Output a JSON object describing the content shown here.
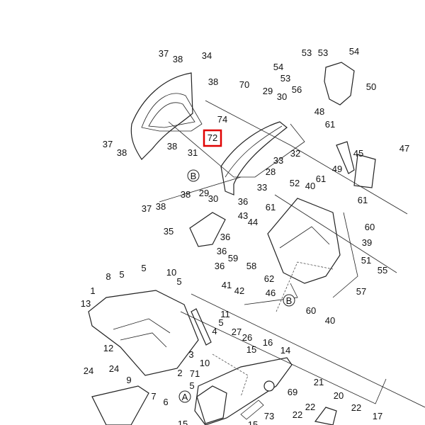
{
  "diagram": {
    "type": "exploded-parts-diagram",
    "highlighted_callout": "72",
    "highlight_color": "#e00000",
    "callouts": [
      "37",
      "38",
      "34",
      "38",
      "70",
      "29",
      "30",
      "74",
      "72",
      "31",
      "37",
      "38",
      "38",
      "28",
      "33",
      "32",
      "38",
      "29",
      "30",
      "37",
      "38",
      "33",
      "36",
      "43",
      "44",
      "61",
      "52",
      "40",
      "61",
      "49",
      "45",
      "47",
      "61",
      "53",
      "53",
      "54",
      "54",
      "53",
      "50",
      "56",
      "48",
      "61",
      "35",
      "36",
      "36",
      "36",
      "59",
      "58",
      "60",
      "39",
      "51",
      "55",
      "41",
      "42",
      "62",
      "46",
      "57",
      "60",
      "40",
      "8",
      "5",
      "5",
      "10",
      "5",
      "1",
      "13",
      "11",
      "5",
      "4",
      "27",
      "26",
      "16",
      "15",
      "14",
      "12",
      "3",
      "10",
      "2",
      "71",
      "9",
      "5",
      "7",
      "6",
      "24",
      "24",
      "69",
      "73",
      "21",
      "20",
      "22",
      "22",
      "22",
      "17",
      "15",
      "15"
    ],
    "reference_marks": [
      "B",
      "B",
      "A"
    ]
  }
}
